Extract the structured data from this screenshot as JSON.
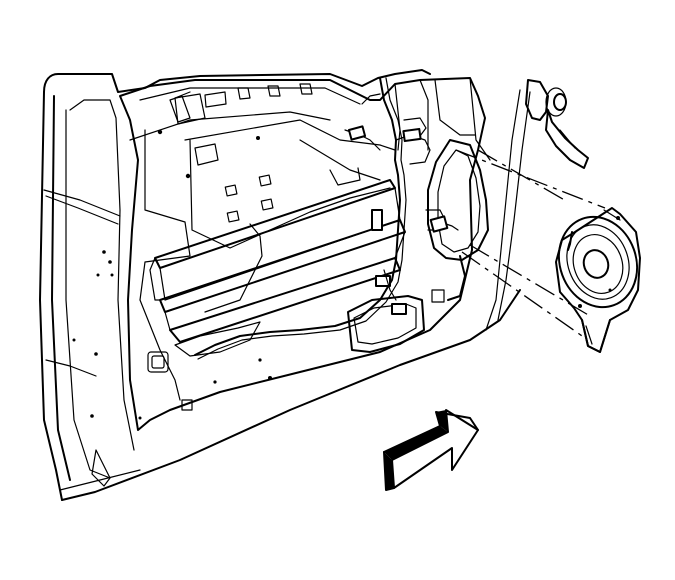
{
  "figure": {
    "subject": "door-speaker-removal",
    "components": [
      "door-inner-panel",
      "wiring-harness",
      "speaker",
      "speaker-mount-opening",
      "direction-arrow"
    ],
    "colors": {
      "line": "#000000",
      "background": "#ffffff"
    }
  }
}
